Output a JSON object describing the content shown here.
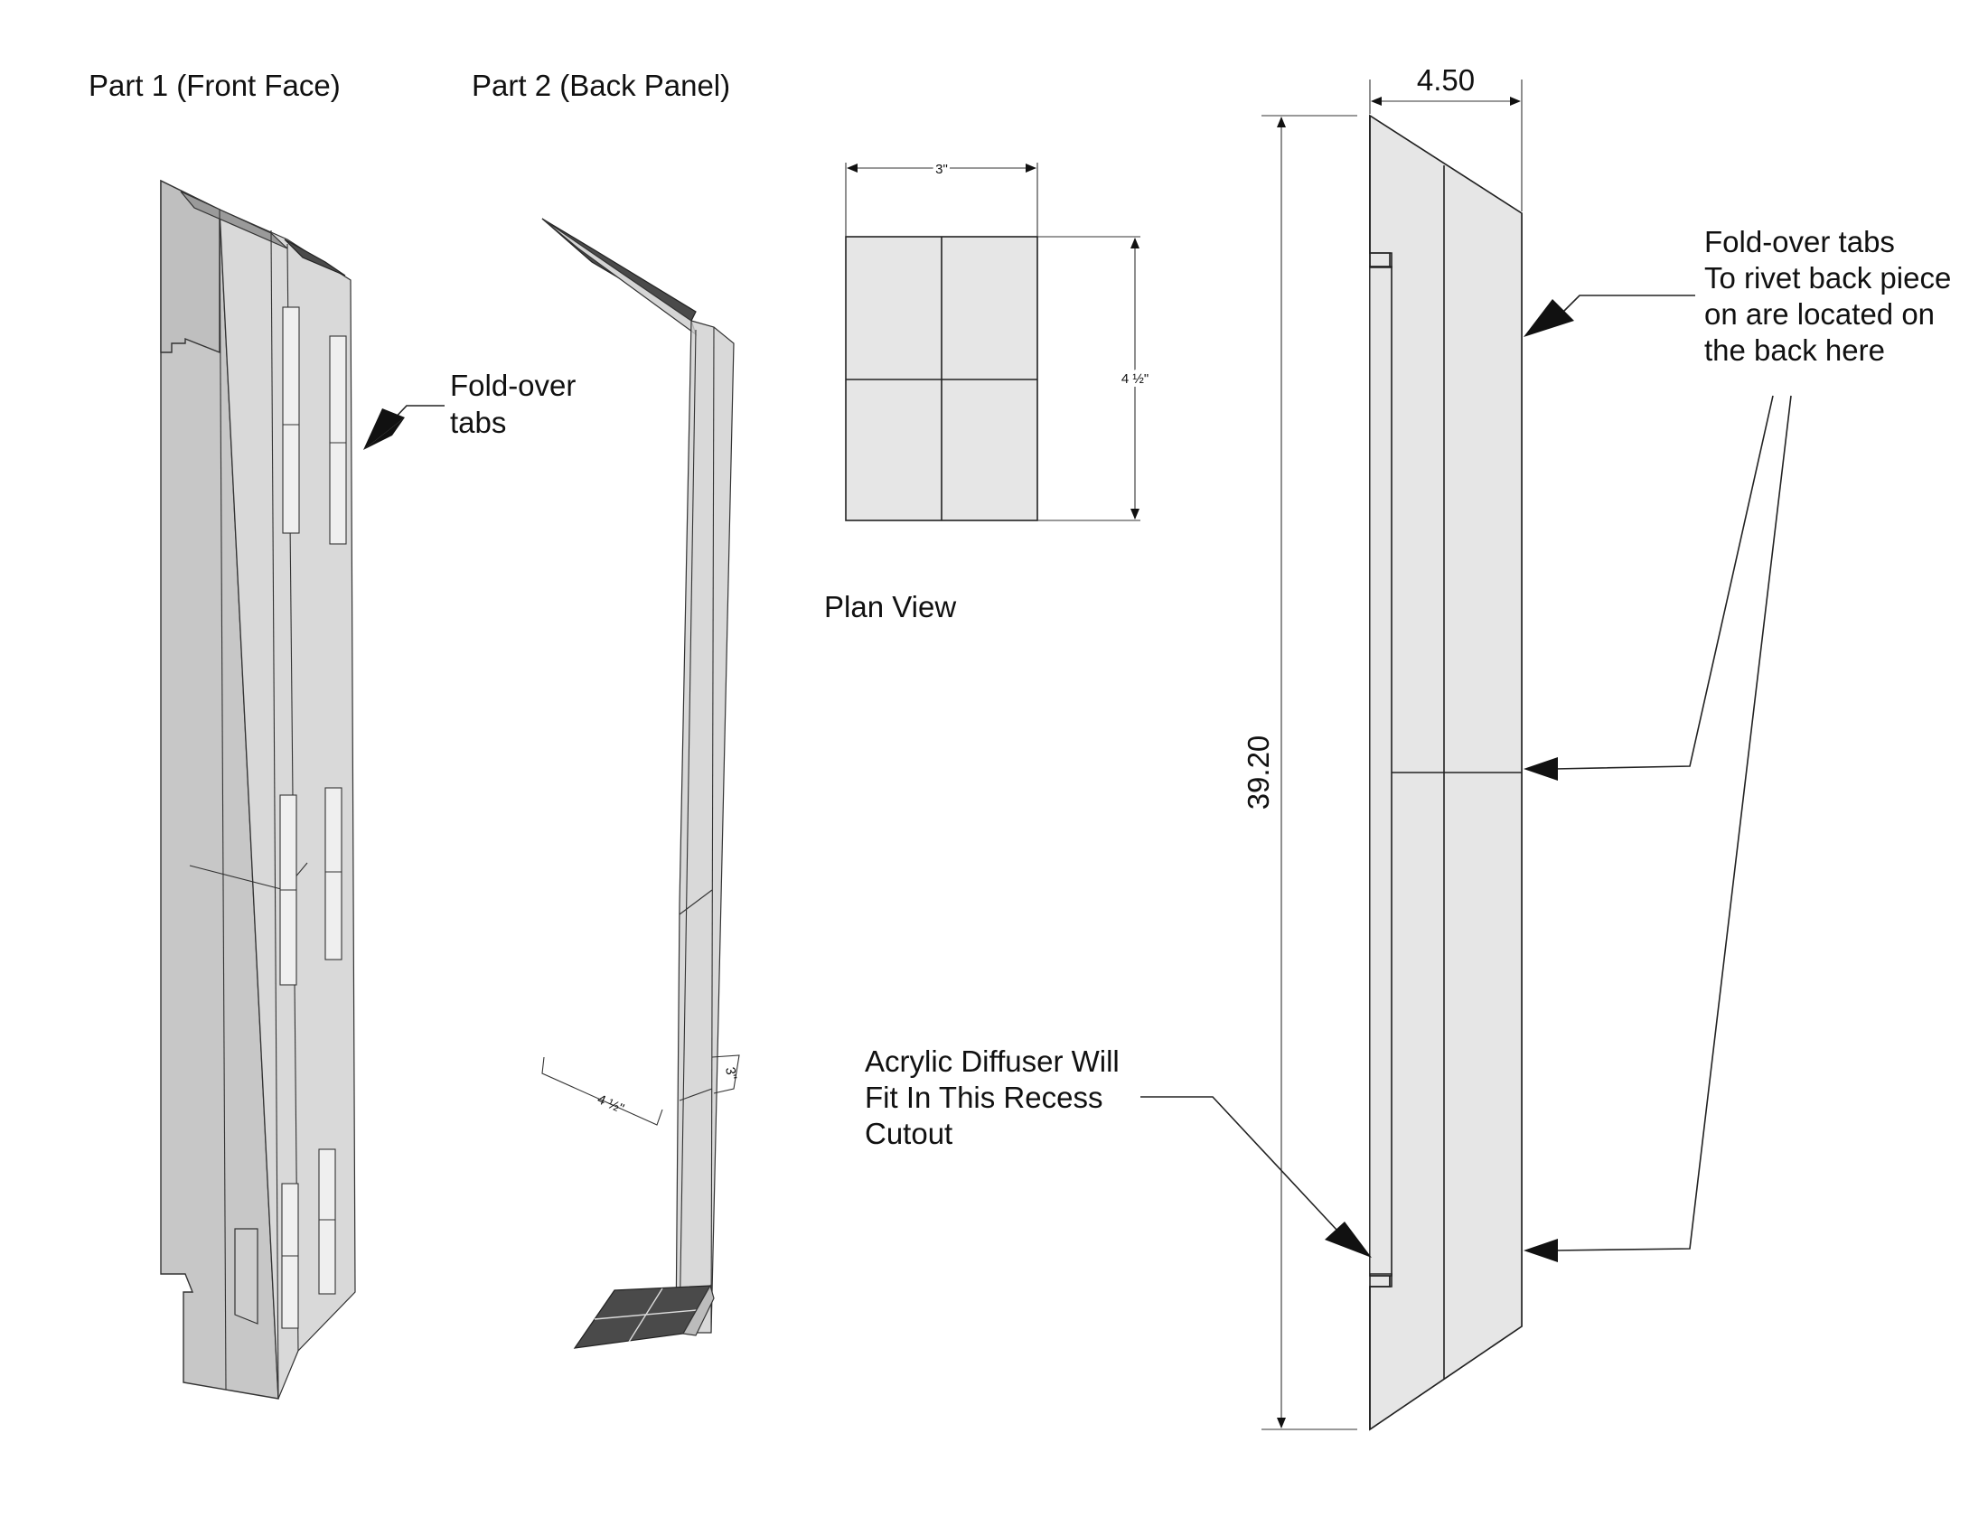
{
  "labels": {
    "part1": "Part 1 (Front Face)",
    "part2": "Part 2 (Back Panel)",
    "plan_view": "Plan View",
    "foldover_tabs_left": [
      "Fold-over",
      "tabs"
    ],
    "foldover_tabs_right": [
      "Fold-over tabs",
      "To rivet back piece",
      "on are located on",
      "the back here"
    ],
    "acrylic_note": [
      "Acrylic Diffuser Will",
      "Fit In This Recess",
      "Cutout"
    ]
  },
  "dimensions": {
    "width_top": "4.50",
    "height_side": "39.20",
    "plan_width": "3\"",
    "plan_height": "4 ½\""
  },
  "colors": {
    "panel_fill": "#e6e6e6",
    "iso_fill": "#bdbdbd",
    "dark_fill": "#4a4a4a",
    "line": "#222222"
  }
}
